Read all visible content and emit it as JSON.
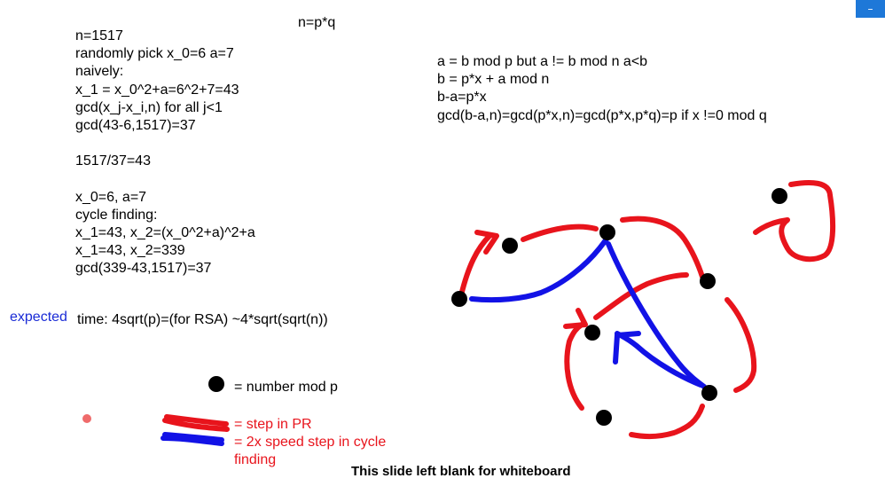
{
  "window": {
    "minimize_label": "–"
  },
  "formula_top": "n=p*q",
  "notes_left": [
    "n=1517",
    "randomly pick x_0=6 a=7",
    "naively:",
    "x_1 = x_0^2+a=6^2+7=43",
    "gcd(x_j-x_i,n) for all j<1",
    "gcd(43-6,1517)=37",
    "",
    "1517/37=43",
    "",
    "x_0=6, a=7",
    "cycle finding:",
    "x_1=43, x_2=(x_0^2+a)^2+a",
    "x_1=43, x_2=339",
    "gcd(339-43,1517)=37"
  ],
  "notes_right": [
    "a = b mod p but a != b mod n a<b",
    "b = p*x + a mod n",
    "b-a=p*x",
    "gcd(b-a,n)=gcd(p*x,n)=gcd(p*x,p*q)=p if x !=0 mod q"
  ],
  "expected": {
    "label": "expected",
    "text": "time: 4sqrt(p)=(for RSA) ~4*sqrt(sqrt(n))"
  },
  "legend": {
    "dot": "= number mod p",
    "red": "= step in PR",
    "blue_line1": "= 2x speed step in cycle",
    "blue_line2": "finding"
  },
  "footer": "This slide left blank for whiteboard",
  "colors": {
    "red_stroke": "#e8141c",
    "blue_stroke": "#1212e6",
    "expected_blue": "#1a2bd6",
    "accent_button": "#1e78d8",
    "laser_dot": "#ef6b6b"
  }
}
